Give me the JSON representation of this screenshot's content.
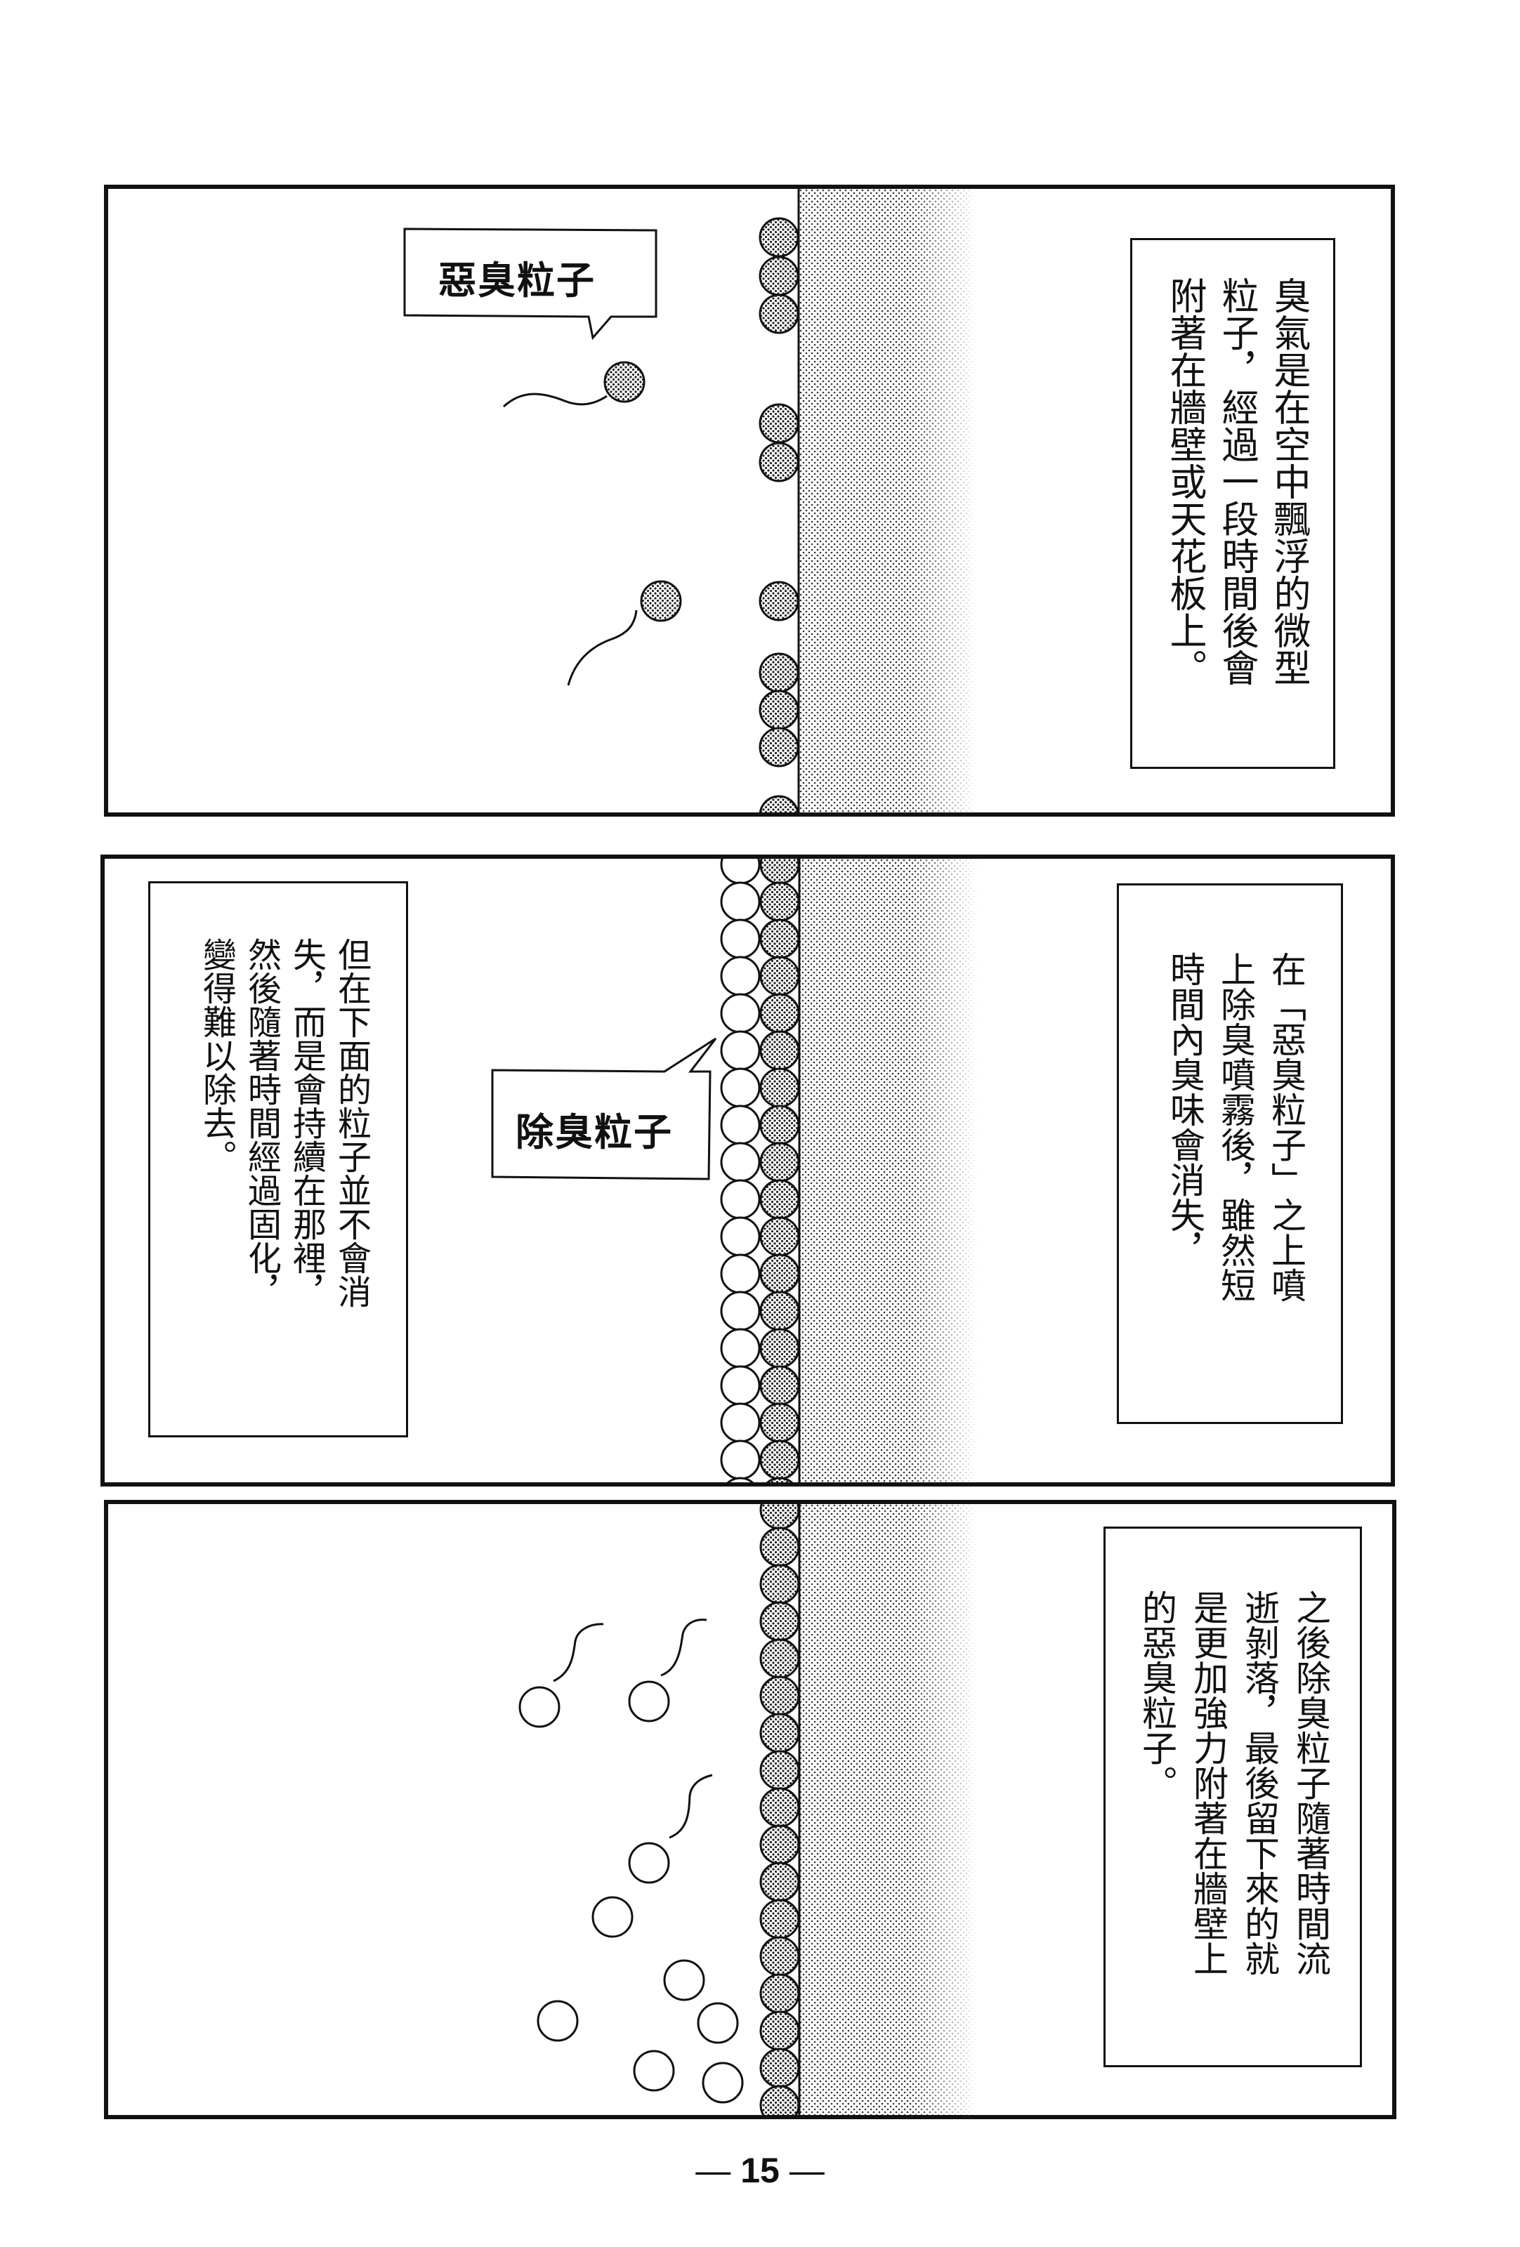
{
  "page": {
    "page_number": "15",
    "dash": "—"
  },
  "panels": [
    {
      "id": "panel-1",
      "bubble": {
        "label": "惡臭粒子"
      },
      "caption": {
        "columns": [
          "臭氣是在空中飄浮的微型",
          "粒子，經過一段時間後會",
          "附著在牆壁或天花板上。"
        ]
      }
    },
    {
      "id": "panel-2",
      "bubble": {
        "label": "除臭粒子"
      },
      "caption_right": {
        "columns": [
          "在「惡臭粒子」之上噴",
          "上除臭噴霧後，雖然短",
          "時間內臭味會消失，"
        ]
      },
      "caption_left": {
        "columns": [
          "但在下面的粒子並不會消",
          "失，而是會持續在那裡，",
          "然後隨著時間經過固化，",
          "變得難以除去。"
        ]
      }
    },
    {
      "id": "panel-3",
      "caption": {
        "columns": [
          "之後除臭粒子隨著時間流",
          "逝剝落，最後留下來的就",
          "是更加強力附著在牆壁上",
          "的惡臭粒子。"
        ]
      }
    }
  ],
  "colors": {
    "ink": "#111111",
    "paper": "#ffffff",
    "screentone": "#777777"
  }
}
